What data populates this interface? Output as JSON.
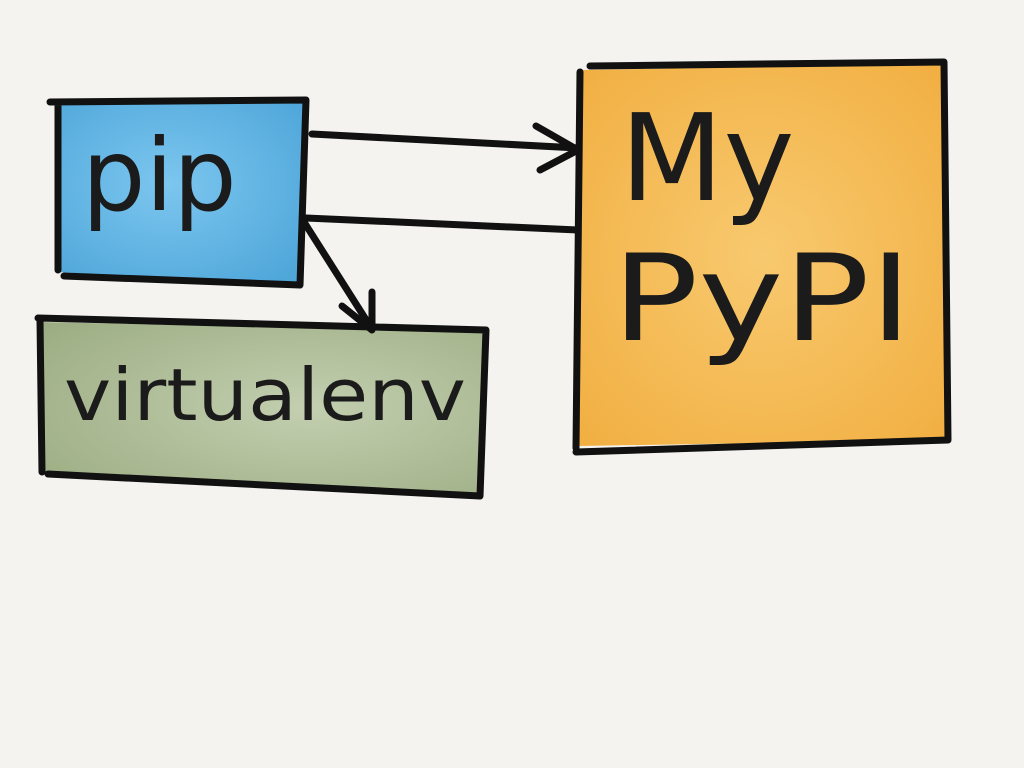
{
  "diagram": {
    "nodes": {
      "pip": {
        "label": "pip",
        "color": "#5fb3e2"
      },
      "virtualenv": {
        "label": "virtualenv",
        "color": "#a9b891"
      },
      "mypypi": {
        "label_line1": "My",
        "label_line2": "PyPI",
        "color": "#f4b74f"
      }
    },
    "edges": [
      {
        "from": "pip",
        "to": "mypypi",
        "arrow": true
      },
      {
        "from": "pip",
        "to": "mypypi",
        "arrow": false
      },
      {
        "from": "pip",
        "to": "virtualenv",
        "arrow": true
      }
    ]
  },
  "colors": {
    "background": "#f4f3f0",
    "ink": "#111111"
  }
}
